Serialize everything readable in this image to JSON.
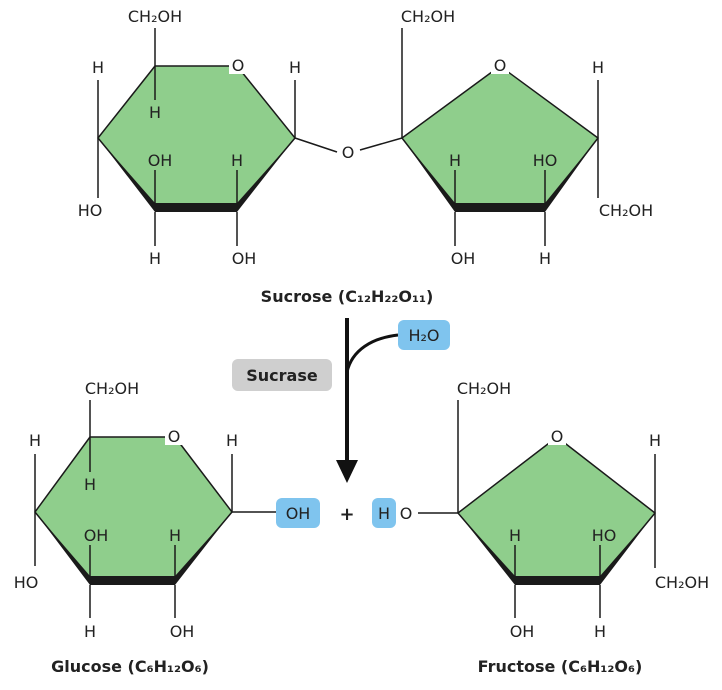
{
  "colors": {
    "ring_fill": "#8fce8c",
    "ring_stroke": "#1a1a1a",
    "bond": "#1a1a1a",
    "enzyme_fill": "#cfcfcf",
    "highlight_fill": "#7fc4ee",
    "text": "#222222"
  },
  "sucrose": {
    "caption": "Sucrose (C₁₂H₂₂O₁₁)",
    "glucose_unit": {
      "top_substituent": "CH₂OH",
      "ring_oxygen": "O",
      "upper_left_h": "H",
      "inner_h": "H",
      "anomeric_h": "H",
      "left_ho": "HO",
      "inner_oh": "OH",
      "inner_h2": "H",
      "bottom_h": "H",
      "bottom_oh": "OH"
    },
    "bridge_oxygen": "O",
    "fructose_unit": {
      "top_substituent": "CH₂OH",
      "ring_oxygen": "O",
      "right_h": "H",
      "inner_h": "H",
      "inner_ho": "HO",
      "bottom_oh": "OH",
      "bottom_h": "H",
      "right_ch2oh": "CH₂OH"
    }
  },
  "reaction": {
    "enzyme_label": "Sucrase",
    "water_label": "H₂O",
    "plus_sign": "+",
    "glucose_oh": "OH",
    "fructose_h": "H",
    "fructose_o": "O"
  },
  "glucose": {
    "caption": "Glucose (C₆H₁₂O₆)",
    "top_substituent": "CH₂OH",
    "ring_oxygen": "O",
    "upper_left_h": "H",
    "inner_h": "H",
    "anomeric_h": "H",
    "left_ho": "HO",
    "inner_oh": "OH",
    "inner_h2": "H",
    "bottom_h": "H",
    "bottom_oh": "OH"
  },
  "fructose": {
    "caption": "Fructose (C₆H₁₂O₆)",
    "top_substituent": "CH₂OH",
    "ring_oxygen": "O",
    "right_h": "H",
    "inner_h": "H",
    "inner_ho": "HO",
    "bottom_oh": "OH",
    "bottom_h": "H",
    "right_ch2oh": "CH₂OH"
  }
}
